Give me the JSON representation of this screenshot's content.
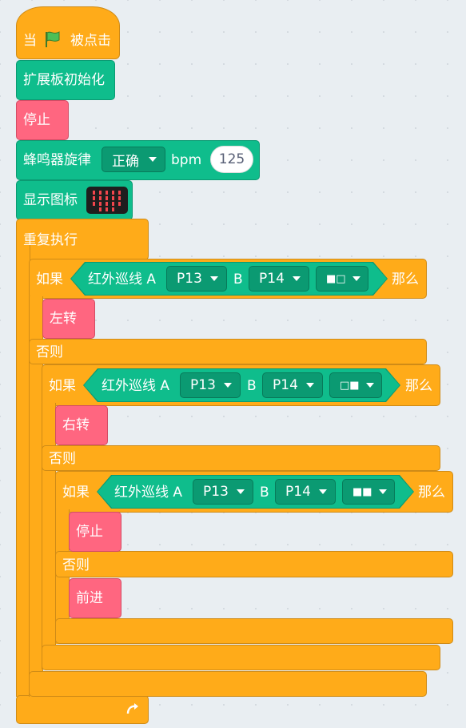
{
  "hat": {
    "prefix": "当",
    "suffix": "被点击",
    "flag_icon": "green-flag-icon"
  },
  "blocks": {
    "init": "扩展板初始化",
    "stop1": "停止",
    "buzzer": {
      "label": "蜂鸣器旋律",
      "melody": "正确",
      "bpm_label": "bpm",
      "bpm_value": "125"
    },
    "show_icon": "显示图标"
  },
  "loop": {
    "label": "重复执行",
    "arrow_icon": "loop-arrow-icon"
  },
  "if1": {
    "if": "如果",
    "sensor": "红外巡线 A",
    "a_pin": "P13",
    "b_label": "B",
    "b_pin": "P14",
    "state": "■□",
    "then": "那么",
    "action": "左转",
    "else": "否则"
  },
  "if2": {
    "if": "如果",
    "sensor": "红外巡线 A",
    "a_pin": "P13",
    "b_label": "B",
    "b_pin": "P14",
    "state": "□■",
    "then": "那么",
    "action": "右转",
    "else": "否则"
  },
  "if3": {
    "if": "如果",
    "sensor": "红外巡线 A",
    "a_pin": "P13",
    "b_label": "B",
    "b_pin": "P14",
    "state": "■■",
    "then": "那么",
    "action": "停止",
    "else": "否则",
    "else_action": "前进"
  }
}
